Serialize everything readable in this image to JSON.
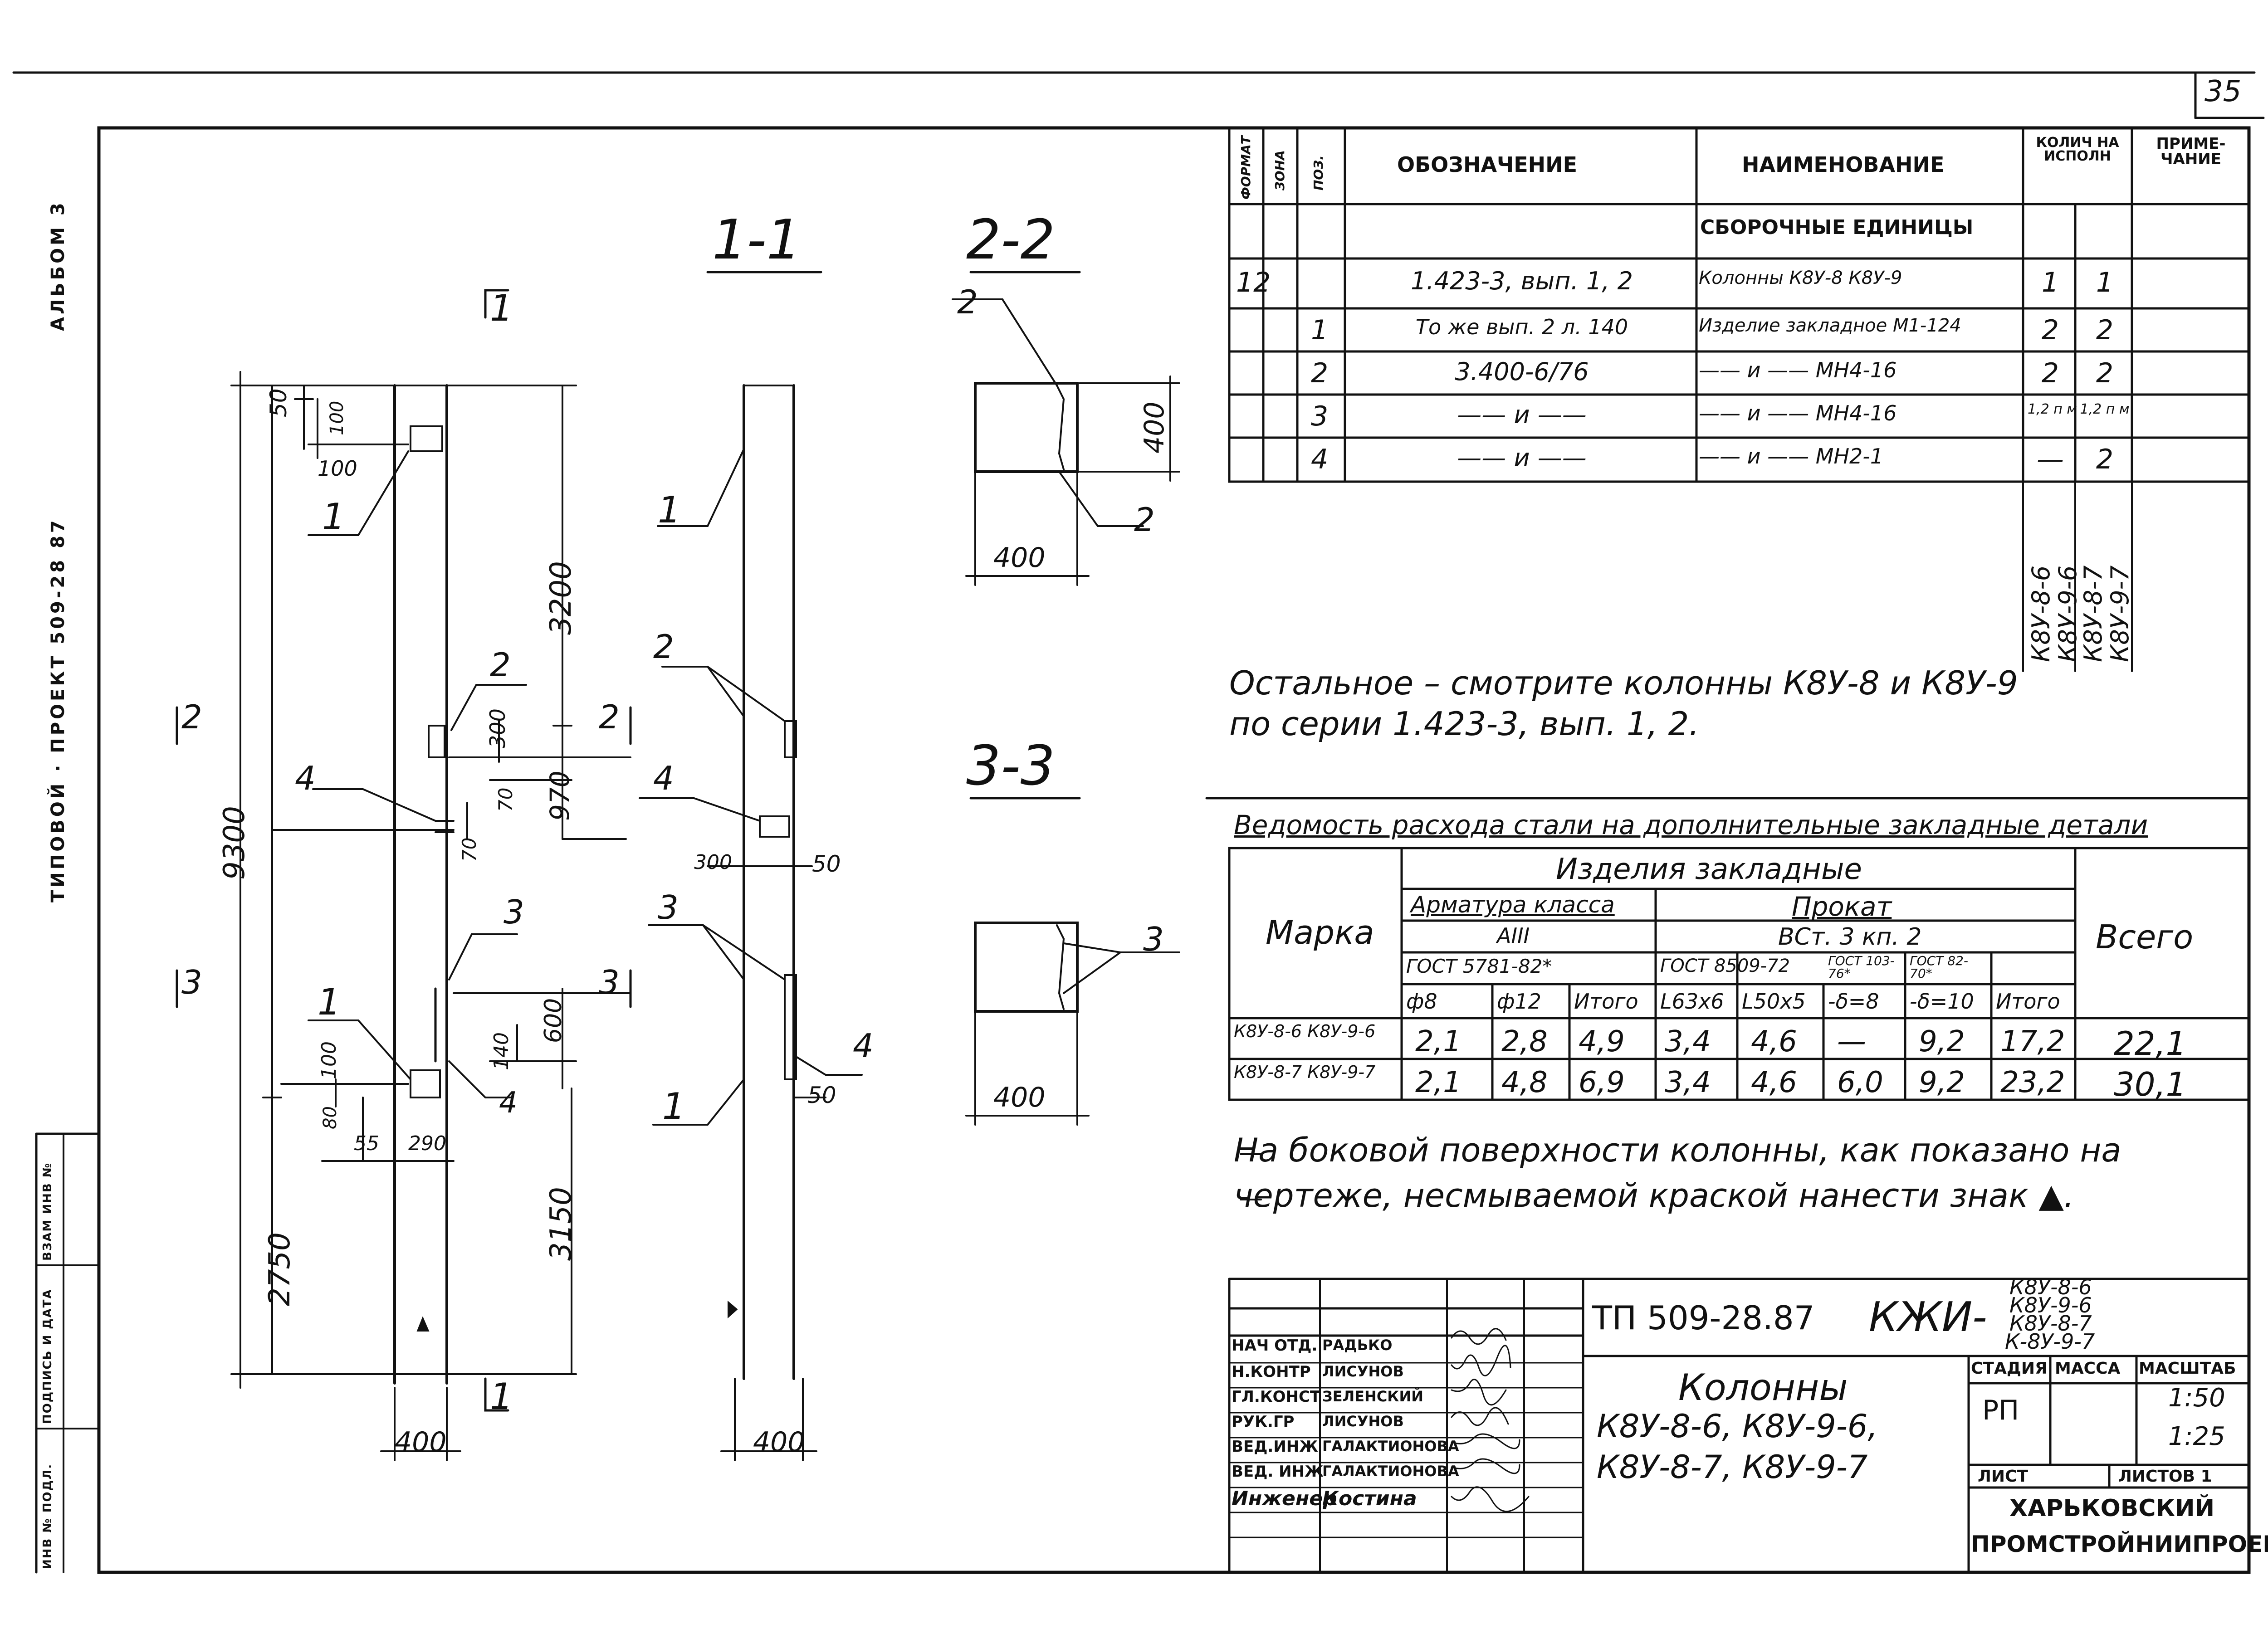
{
  "sheet_number": "35",
  "side_strip": {
    "album": "АЛЬБОМ 3",
    "project": "ТИПОВОЙ · ПРОЕКТ 509-28 87",
    "inv_podl": "ИНВ № ПОДЛ.",
    "podpis_data": "ПОДПИСЬ И ДАТА",
    "vzam_inv": "ВЗАМ ИНВ №"
  },
  "sections": {
    "s1": "1-1",
    "s2": "2-2",
    "s3": "3-3",
    "cut_left": "1",
    "cut_bottom": "1",
    "cut2": "2",
    "cut3": "3"
  },
  "dims": {
    "d50": "50",
    "d100a": "100",
    "d100b": "100",
    "d100c": "100",
    "d3200": "3200",
    "d9300": "9300",
    "d300": "300",
    "d970": "970",
    "d70": "70",
    "d70b": "70",
    "d600": "600",
    "d140": "140",
    "d80": "80",
    "d55": "55",
    "d290": "290",
    "d2750": "2750",
    "d3150": "3150",
    "d400a": "400",
    "d400b": "400",
    "d400c": "400",
    "d400d": "400",
    "d400e": "400",
    "d300b": "300",
    "d50b": "50",
    "d50c": "50"
  },
  "callouts": {
    "c1a": "1",
    "c2a": "2",
    "c4a": "4",
    "c3a": "3",
    "c1b": "1",
    "c1c": "1",
    "c2c": "2",
    "c4c": "4",
    "c3c": "3",
    "c4d": "4",
    "c1d": "1",
    "c2s_top": "2",
    "c2s_bot": "2",
    "c3s": "3"
  },
  "spec": {
    "headers": {
      "format": "ФОРМАТ",
      "zone": "ЗОНА",
      "pos": "ПОЗ.",
      "designation": "ОБОЗНАЧЕНИЕ",
      "name": "НАИМЕНОВАНИЕ",
      "qty": "КОЛИЧ НА ИСПОЛН",
      "note": "ПРИМЕ-ЧАНИЕ"
    },
    "section_label": "СБОРОЧНЫЕ ЕДИНИЦЫ",
    "rows": [
      {
        "format": "12",
        "pos": "",
        "designation": "1.423-3, вып. 1, 2",
        "name": "Колонны К8У-8 К8У-9",
        "q1": "1",
        "q2": "1"
      },
      {
        "format": "",
        "pos": "1",
        "designation": "То же вып. 2 л. 140",
        "name": "Изделие закладное М1-124",
        "q1": "2",
        "q2": "2"
      },
      {
        "format": "",
        "pos": "2",
        "designation": "3.400-6/76",
        "name": "—— и —— МН4-16",
        "q1": "2",
        "q2": "2"
      },
      {
        "format": "",
        "pos": "3",
        "designation": "—— и ——",
        "name": "—— и —— МН4-16",
        "q1": "1,2 п м",
        "q2": "1,2 п м"
      },
      {
        "format": "",
        "pos": "4",
        "designation": "—— и ——",
        "name": "—— и —— МН2-1",
        "q1": "—",
        "q2": "2"
      }
    ],
    "variants_a": "К8У-8-6 К8У-9-6",
    "variants_b": "К8У-8-7 К8У-9-7"
  },
  "note1": {
    "line1": "Остальное – смотрите колонны К8У-8 и К8У-9",
    "line2": "по серии 1.423-3, вып. 1, 2."
  },
  "steel_table": {
    "title": "Ведомость расхода стали на дополнительные закладные детали",
    "mark": "Марка",
    "group": "Изделия закладные",
    "armatura": "Арматура класса",
    "a3": "АIII",
    "gost_arm": "ГОСТ 5781-82*",
    "prokat": "Прокат",
    "vst": "ВСт. 3 кп. 2",
    "gost_8509": "ГОСТ 8509-72",
    "gost_103": "ГОСТ 103-76*",
    "gost_82": "ГОСТ 82-70*",
    "total": "Всего",
    "cols": [
      "ф8",
      "ф12",
      "Итого",
      "L63х6",
      "L50х5",
      "-δ=8",
      "-δ=10",
      "Итого"
    ],
    "rows": [
      {
        "mark": "К8У-8-6 К8У-9-6",
        "values": [
          "2,1",
          "2,8",
          "4,9",
          "3,4",
          "4,6",
          "—",
          "9,2",
          "17,2"
        ],
        "total": "22,1"
      },
      {
        "mark": "К8У-8-7 К8У-9-7",
        "values": [
          "2,1",
          "4,8",
          "6,9",
          "3,4",
          "4,6",
          "6,0",
          "9,2",
          "23,2"
        ],
        "total": "30,1"
      }
    ]
  },
  "note2": {
    "line1": "На боковой поверхности колонны, как показано на",
    "line2": "чертеже, несмываемой краской нанести знак ▲."
  },
  "title_block": {
    "code": "ТП 509-28.87",
    "kzhi": "КЖИ-",
    "kzhi_marks": [
      "К8У-8-6",
      "К8У-9-6",
      "К8У-8-7",
      "К-8У-9-7"
    ],
    "roles": [
      {
        "role": "НАЧ ОТД.",
        "name": "РАДЬКО"
      },
      {
        "role": "Н.КОНТР",
        "name": "ЛИСУНОВ"
      },
      {
        "role": "ГЛ.КОНСТ",
        "name": "ЗЕЛЕНСКИЙ"
      },
      {
        "role": "РУК.ГР",
        "name": "ЛИСУНОВ"
      },
      {
        "role": "ВЕД.ИНЖ",
        "name": "ГАЛАКТИОНОВА"
      },
      {
        "role": "ВЕД. ИНЖ",
        "name": "ГАЛАКТИОНОВА"
      },
      {
        "role": "Инженер",
        "name": "Костина"
      }
    ],
    "object_name": [
      "Колонны",
      "К8У-8-6, К8У-9-6,",
      "К8У-8-7, К8У-9-7"
    ],
    "stage_label": "СТАДИЯ",
    "mass_label": "МАССА",
    "scale_label": "МАСШТАБ",
    "stage": "РП",
    "scale1": "1:50",
    "scale2": "1:25",
    "sheet_label": "ЛИСТ",
    "sheets_label": "ЛИСТОВ 1",
    "org1": "ХАРЬКОВСКИЙ",
    "org2": "ПРОМСТРОЙНИИПРОЕКТ"
  }
}
